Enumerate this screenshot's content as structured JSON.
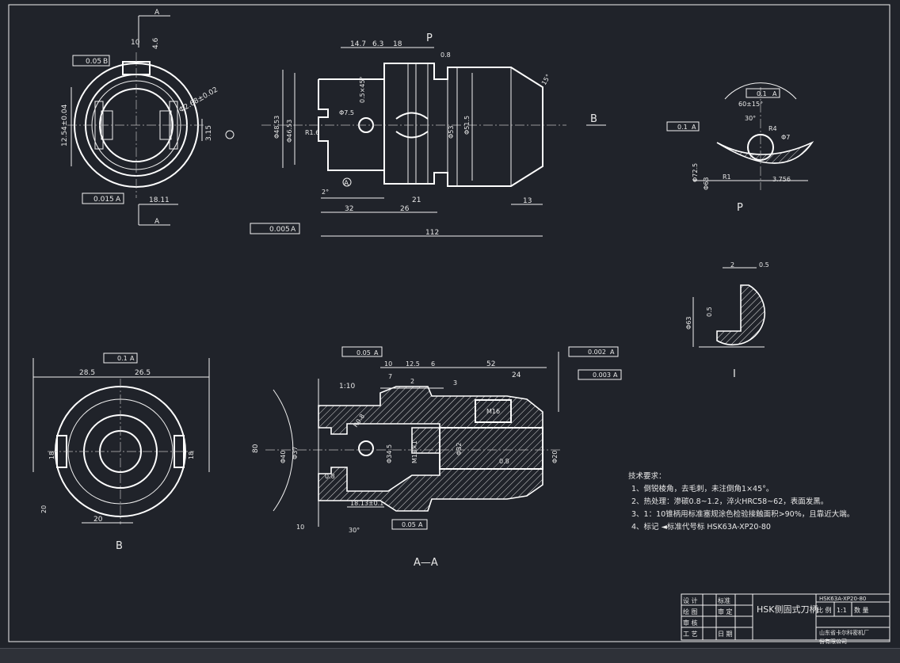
{
  "drawing": {
    "part_name": "HSK侧固式刀柄",
    "part_code": "HSK63A-XP20-80",
    "company": [
      "山东省卡尔科密机厂",
      "份有限公司"
    ],
    "scale_label": "比 例",
    "scale_value": "1:1",
    "qty_label": "数 量",
    "tb_labels": [
      "设 计",
      "标准",
      "绘 图",
      "审 定",
      "审 核",
      "工 艺",
      "日 期"
    ]
  },
  "views": {
    "front_left": {
      "labels": [
        "A",
        "A",
        "18.11",
        "12.54±0.04",
        "0.05",
        "B",
        "0.015",
        "A",
        "10",
        "4.6",
        "Φ2.68±0.02",
        "3.15"
      ]
    },
    "main": {
      "labels": [
        "14.7",
        "6.3",
        "18",
        "P",
        "0.8",
        "Φ48.53",
        "Φ46.53",
        "Φ7.5",
        "0.5×45°",
        "Φ53",
        "Φ51.5",
        "R1.6",
        "2°",
        "A",
        "21",
        "32",
        "26",
        "13",
        "112",
        "B",
        "0.005",
        "A",
        "15°"
      ]
    },
    "detail_p": {
      "title": "P",
      "labels": [
        "0.1",
        "A",
        "60±15°",
        "30°",
        "R4",
        "Φ7",
        "0.1",
        "A",
        "Φ72.5",
        "Φ63",
        "R1",
        "3.756"
      ]
    },
    "detail_i": {
      "title": "I",
      "labels": [
        "2",
        "0.5",
        "Φ63",
        "0.5"
      ]
    },
    "view_b": {
      "title": "B",
      "labels": [
        "0.1",
        "A",
        "28.5",
        "26.5",
        "18",
        "18",
        "20",
        "20"
      ]
    },
    "section_aa": {
      "title": "A—A",
      "labels": [
        "0.05",
        "A",
        "10",
        "12.5",
        "6",
        "52",
        "7",
        "2",
        "3",
        "24",
        "1:10",
        "R0.8",
        "M16",
        "M18×1",
        "Φ32",
        "Φ37",
        "Φ40",
        "Φ34.5",
        "0.8",
        "Φ20",
        "18.13±0.1",
        "10",
        "30°",
        "0.05",
        "A",
        "0.002",
        "A",
        "0.003",
        "A",
        "80",
        "0.8"
      ]
    }
  },
  "notes": {
    "title": "技术要求：",
    "lines": [
      "1、倒锐棱角，去毛刺，未注倒角1×45°。",
      "2、热处理：渗碳0.8~1.2，淬火HRC58~62，表面发黑。",
      "3、1：10锥柄用标准塞规涂色检验接触面积>90%，且靠近大端。",
      "4、标记 ◄标准代号标 HSK63A-XP20-80"
    ]
  }
}
